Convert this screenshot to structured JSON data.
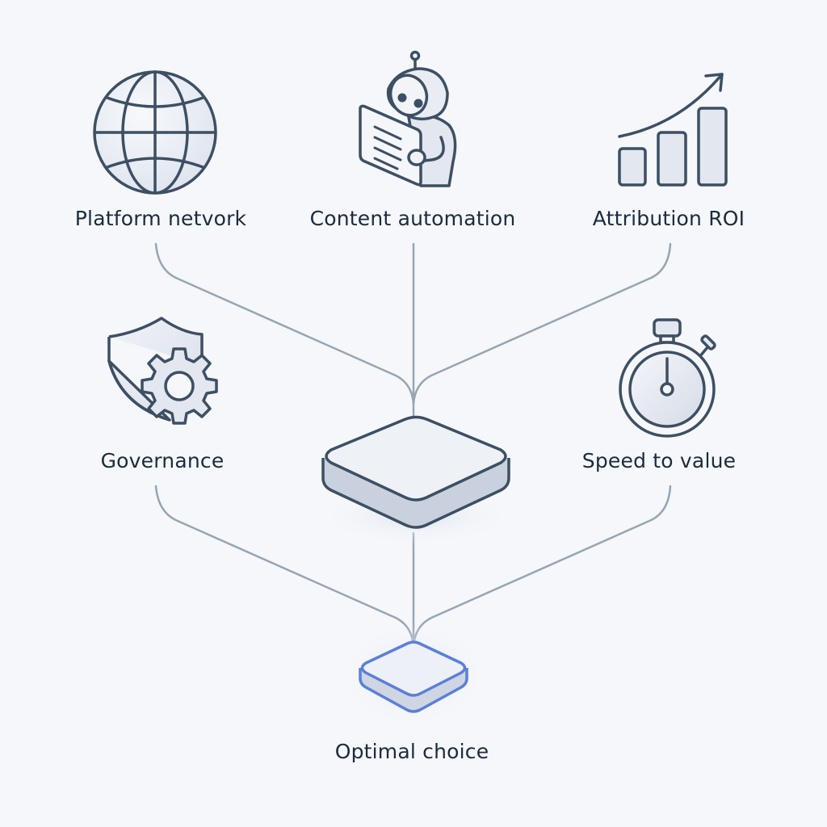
{
  "diagram": {
    "top_nodes": [
      {
        "id": "platform-network",
        "label": "Platform netvork",
        "icon": "globe-icon"
      },
      {
        "id": "content-automation",
        "label": "Content automation",
        "icon": "robot-document-icon"
      },
      {
        "id": "attribution-roi",
        "label": "Attribution ROI",
        "icon": "growth-chart-icon"
      }
    ],
    "middle_nodes": [
      {
        "id": "governance",
        "label": "Governance",
        "icon": "shield-gear-icon"
      },
      {
        "id": "speed-to-value",
        "label": "Speed to value",
        "icon": "stopwatch-icon"
      }
    ],
    "center_node": {
      "id": "hub",
      "icon": "platform-block-icon"
    },
    "result_node": {
      "id": "optimal-choice",
      "label": "Optimal choice",
      "icon": "highlighted-block-icon"
    }
  },
  "colors": {
    "background": "#f5f7fa",
    "stroke": "#3d4f63",
    "connector": "#97a5b3",
    "accent": "#5b7fd9",
    "text": "#1c2b3c"
  }
}
